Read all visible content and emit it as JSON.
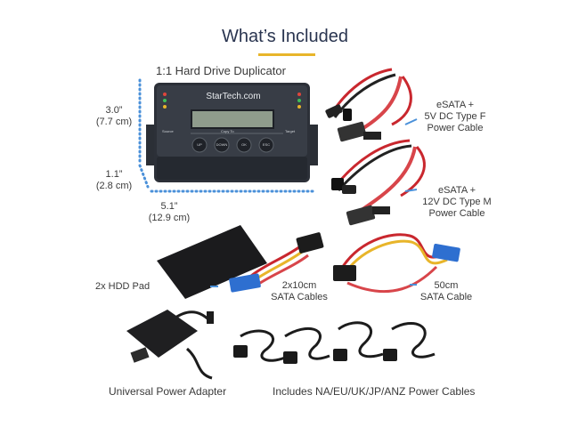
{
  "header": {
    "title": "What’s Included"
  },
  "duplicator": {
    "label": "1:1 Hard Drive Duplicator",
    "brand": "StarTech.com",
    "panel_left": "Source",
    "panel_center": "Copy To",
    "panel_right": "Target",
    "buttons": [
      "UP",
      "DOWN",
      "OK",
      "ESC"
    ],
    "accent_color": "#4a90d9"
  },
  "dimensions": {
    "height": {
      "in": "3.0”",
      "cm": "(7.7 cm)"
    },
    "depth": {
      "in": "1.1”",
      "cm": "(2.8 cm)"
    },
    "width": {
      "in": "5.1”",
      "cm": "(12.9 cm)"
    }
  },
  "items": {
    "esata_5v": {
      "line1": "eSATA +",
      "line2": "5V DC Type F",
      "line3": "Power Cable"
    },
    "esata_12v": {
      "line1": "eSATA +",
      "line2": "12V DC Type M",
      "line3": "Power Cable"
    },
    "hdd_pad": {
      "label": "2x HDD Pad"
    },
    "sata_10cm": {
      "line1": "2x10cm",
      "line2": "SATA Cables"
    },
    "sata_50cm": {
      "line1": "50cm",
      "line2": "SATA Cable"
    },
    "power_adapter": {
      "label": "Universal Power Adapter"
    },
    "power_cables": {
      "label": "Includes NA/EU/UK/JP/ANZ Power Cables"
    }
  }
}
